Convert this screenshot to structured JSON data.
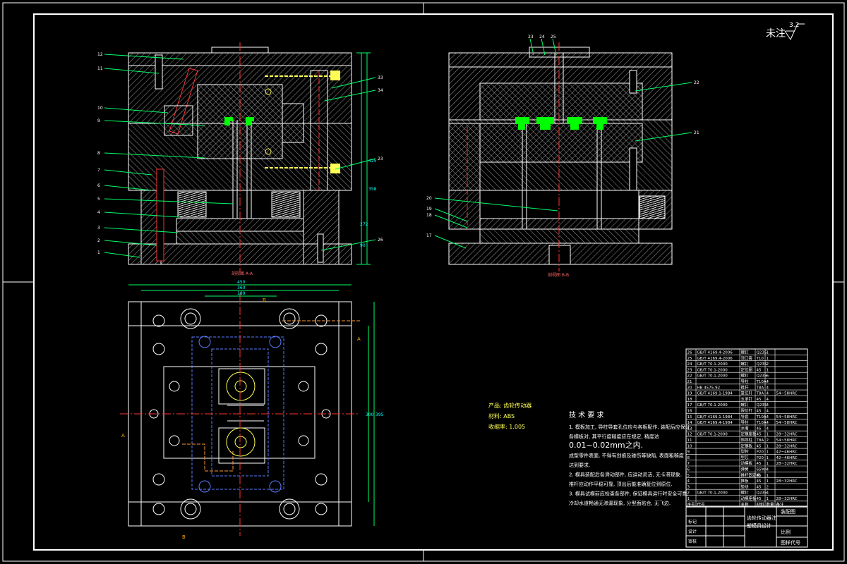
{
  "roughness": {
    "label": "未注",
    "value": "3.2"
  },
  "views": {
    "section_a": {
      "label": "剖视图 A-A"
    },
    "section_b": {
      "label": "剖视图 B-B"
    },
    "plan": {
      "dim_top1": "450",
      "dim_top2": "360",
      "dim_top3": "180",
      "dim_right1": "395",
      "dim_right2": "300",
      "mark_a": "A",
      "mark_b": "B"
    }
  },
  "section_a_callouts": [
    "12",
    "11",
    "10",
    "9",
    "8",
    "7",
    "6",
    "5",
    "4",
    "3",
    "2",
    "1"
  ],
  "section_a_callouts_right": [
    "33",
    "34",
    "23",
    "26"
  ],
  "section_a_dims": [
    "425",
    "358",
    "272",
    "90"
  ],
  "section_b_callouts_top": [
    "23",
    "24",
    "25"
  ],
  "section_b_callouts_left": [
    "20",
    "19",
    "18",
    "17"
  ],
  "section_b_callouts_right": [
    "22",
    "21"
  ],
  "product_info": {
    "line1": "产品: 齿轮传动器",
    "line2": "材料: ABS",
    "line3": "收缩率: 1.005"
  },
  "tech_requirements": {
    "title": "技 术 要 求",
    "items": [
      "1. 模板加工, 导柱导套孔位应与各板配作, 装配后应保证",
      "   各模板对, 其平行度精度应在规定, 精度达",
      "   0.01~0.02mm之内.",
      "   成型零件表面, 不得有划痕及碰伤等缺陷, 表面粗糙度",
      "   达到要求.",
      "2. 模具装配后各滑动部件, 应运动灵活, 无卡滞现象.",
      "   推杆应动作平稳可靠, 顶出后能准确复位到原位.",
      "3. 模具试模前应检查各部件, 保证模具运行时安全可靠,",
      "   冷却水道畅通无渗漏现象, 分型面贴合, 无飞边."
    ]
  },
  "bom": {
    "rows": [
      {
        "no": "26",
        "code": "GB/T 4169.4-2006",
        "name": "螺钉",
        "mat": "Q235",
        "qty": "1",
        "note": ""
      },
      {
        "no": "25",
        "code": "GB/T 4169.4-2006",
        "name": "浇口套",
        "mat": "T10",
        "qty": "1",
        "note": ""
      },
      {
        "no": "24",
        "code": "GB/T 70.1-2000",
        "name": "螺钉",
        "mat": "Q235",
        "qty": "2",
        "note": ""
      },
      {
        "no": "23",
        "code": "GB/T 70.1-2000",
        "name": "定位圈",
        "mat": "45",
        "qty": "1",
        "note": ""
      },
      {
        "no": "22",
        "code": "GB/T 70.1-2000",
        "name": "螺钉",
        "mat": "Q235",
        "qty": "6",
        "note": ""
      },
      {
        "no": "21",
        "code": "",
        "name": "导柱",
        "mat": "T10A",
        "qty": "4",
        "note": ""
      },
      {
        "no": "20",
        "code": "HB 4575-92",
        "name": "推杆",
        "mat": "T8A",
        "qty": "4",
        "note": ""
      },
      {
        "no": "19",
        "code": "GB/T 4169.1-1984",
        "name": "复位杆",
        "mat": "T8A",
        "qty": "4",
        "note": "54~58HRC"
      },
      {
        "no": "18",
        "code": "",
        "name": "支承钉",
        "mat": "45",
        "qty": "4",
        "note": ""
      },
      {
        "no": "17",
        "code": "GB/T 70.1-2000",
        "name": "螺钉",
        "mat": "Q235",
        "qty": "4",
        "note": ""
      },
      {
        "no": "16",
        "code": "",
        "name": "限位钉",
        "mat": "45",
        "qty": "4",
        "note": ""
      },
      {
        "no": "15",
        "code": "GB/T 4169.1-1984",
        "name": "导套",
        "mat": "T10A",
        "qty": "4",
        "note": "54~58HRC"
      },
      {
        "no": "14",
        "code": "GB/T 4169.4-1984",
        "name": "导柱",
        "mat": "T10A",
        "qty": "4",
        "note": "54~58HRC"
      },
      {
        "no": "13",
        "code": "",
        "name": "水嘴",
        "mat": "45",
        "qty": "4",
        "note": ""
      },
      {
        "no": "12",
        "code": "GB/T 70.1-2000",
        "name": "定模座板",
        "mat": "45",
        "qty": "1",
        "note": "28~32HRC"
      },
      {
        "no": "11",
        "code": "",
        "name": "斜导柱",
        "mat": "T8A",
        "qty": "2",
        "note": "54~58HRC"
      },
      {
        "no": "10",
        "code": "",
        "name": "定模板",
        "mat": "45",
        "qty": "1",
        "note": "28~32HRC"
      },
      {
        "no": "9",
        "code": "",
        "name": "型腔",
        "mat": "P20",
        "qty": "1",
        "note": "42~46HRC"
      },
      {
        "no": "8",
        "code": "",
        "name": "型芯",
        "mat": "P20",
        "qty": "1",
        "note": "42~46HRC"
      },
      {
        "no": "7",
        "code": "",
        "name": "动模板",
        "mat": "45",
        "qty": "1",
        "note": "28~32HRC"
      },
      {
        "no": "6",
        "code": "",
        "name": "弹簧",
        "mat": "65Mn",
        "qty": "4",
        "note": ""
      },
      {
        "no": "5",
        "code": "",
        "name": "推杆固定板",
        "mat": "45",
        "qty": "1",
        "note": ""
      },
      {
        "no": "4",
        "code": "",
        "name": "推板",
        "mat": "45",
        "qty": "1",
        "note": "28~32HRC"
      },
      {
        "no": "3",
        "code": "",
        "name": "垫块",
        "mat": "45",
        "qty": "2",
        "note": ""
      },
      {
        "no": "2",
        "code": "GB/T 70.1-2000",
        "name": "螺钉",
        "mat": "Q235",
        "qty": "4",
        "note": ""
      },
      {
        "no": "1",
        "code": "",
        "name": "动模座板",
        "mat": "45",
        "qty": "1",
        "note": "28~32HRC"
      }
    ],
    "header": {
      "no": "序号",
      "code": "代号",
      "name": "名称",
      "mat": "材料",
      "qty": "数量",
      "note": "备注"
    }
  },
  "title_block": {
    "title1": "齿轮传动器注",
    "title2": "塑模具设计",
    "drawing": "装配图",
    "scale": "比例",
    "school": "图样代号",
    "rows": [
      "标记",
      "设计",
      "审核"
    ]
  },
  "colors": {
    "line": "#ffffff",
    "ylw": "#ffff55",
    "cyan": "#00ffff",
    "red": "#ff3333",
    "green": "#00ff00",
    "blue": "#5a7dff",
    "hatch": "#bbbbbb"
  }
}
